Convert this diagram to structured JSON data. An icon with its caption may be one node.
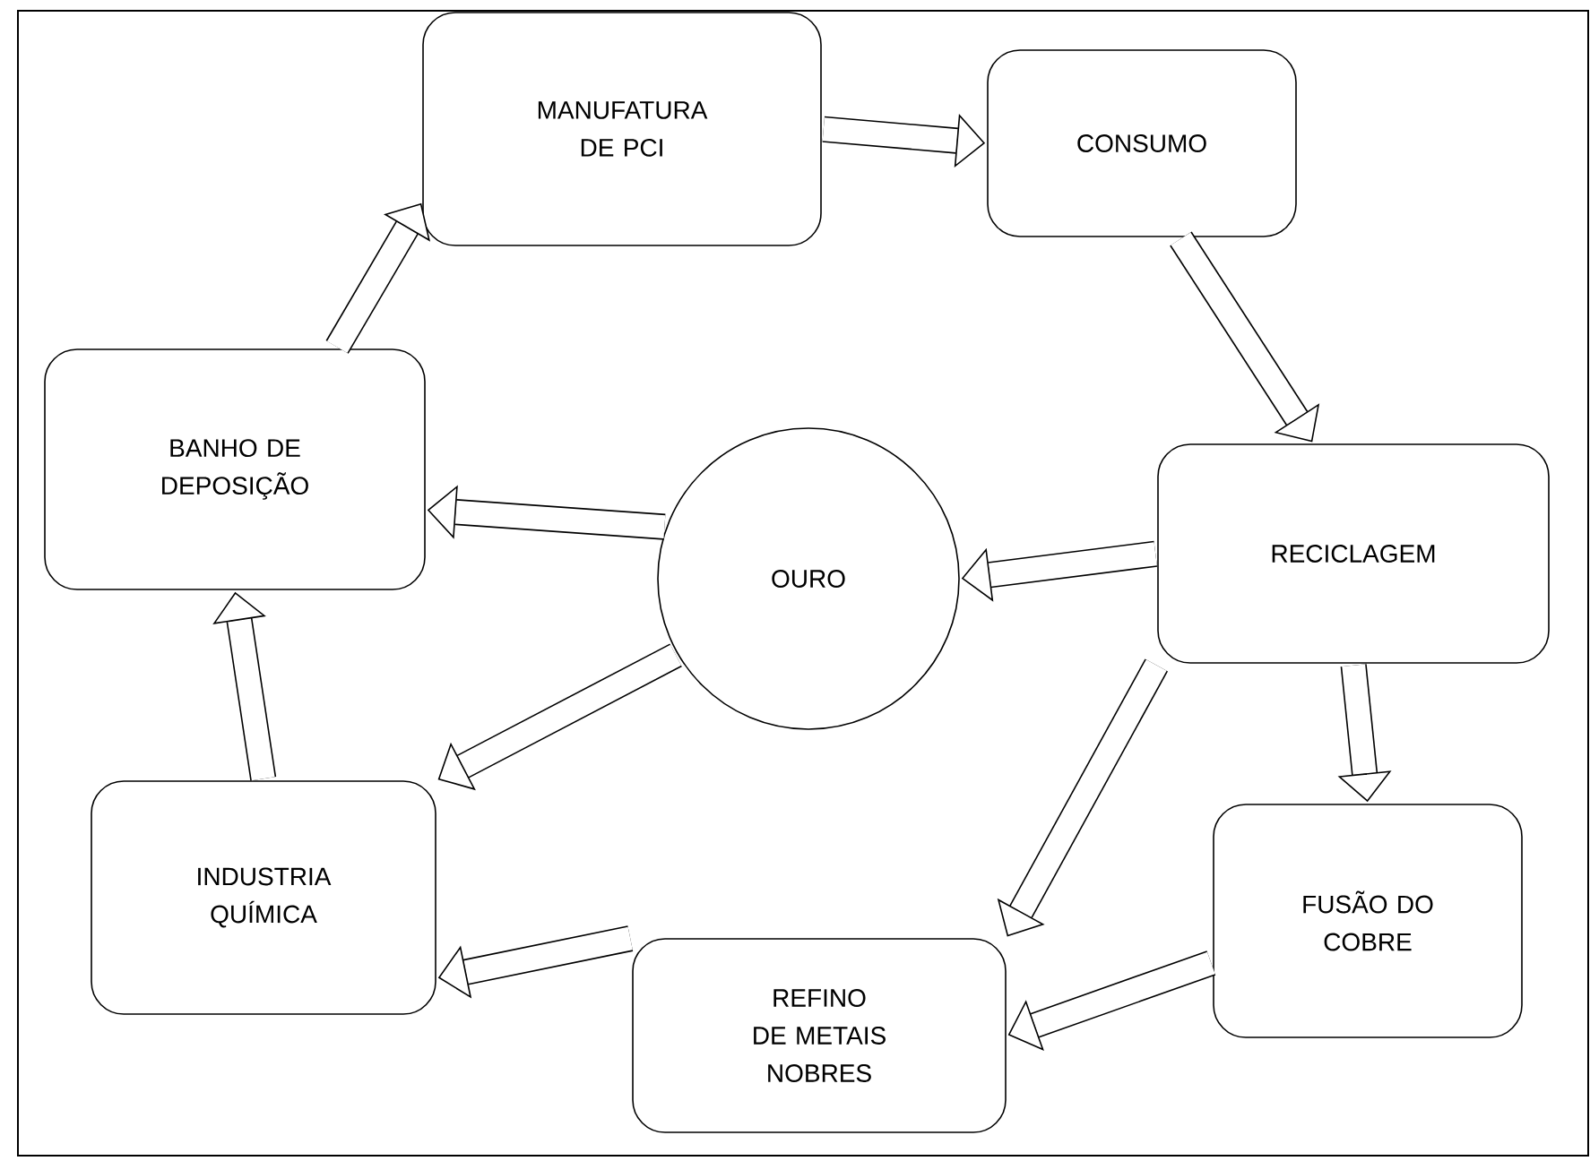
{
  "diagram": {
    "nodes": [
      {
        "text": [
          "MANUFATURA DE PCI"
        ]
      },
      {
        "text": [
          "CONSUMO"
        ]
      },
      {
        "text": [
          "RECICLAGEM"
        ]
      },
      {
        "text": [
          "OURO"
        ]
      },
      {
        "text": [
          "BANHO DE DEPOSIÇÃO"
        ]
      },
      {
        "text": [
          "INDUSTRIA QUÍMICA"
        ]
      },
      {
        "text": [
          "REFINO DE METAIS NOBRES"
        ]
      },
      {
        "text": [
          "FUSÃO DO COBRE"
        ]
      }
    ],
    "edges": [
      {
        "from": 0,
        "to": 1,
        "arrow": "to"
      },
      {
        "from": 1,
        "to": 2,
        "arrow": "to"
      },
      {
        "from": 2,
        "to": 3,
        "arrow": "to"
      },
      {
        "from": 3,
        "to": 4,
        "arrow": "to"
      },
      {
        "from": 3,
        "to": 5,
        "arrow": "to"
      },
      {
        "from": 2,
        "to": 6,
        "arrow": "to"
      },
      {
        "from": 2,
        "to": 7,
        "arrow": "to"
      },
      {
        "from": 7,
        "to": 6,
        "arrow": "to"
      },
      {
        "from": 6,
        "to": 5,
        "arrow": "to"
      },
      {
        "from": 5,
        "to": 4,
        "arrow": "to"
      },
      {
        "from": 4,
        "to": 0,
        "arrow": "to"
      }
    ]
  }
}
